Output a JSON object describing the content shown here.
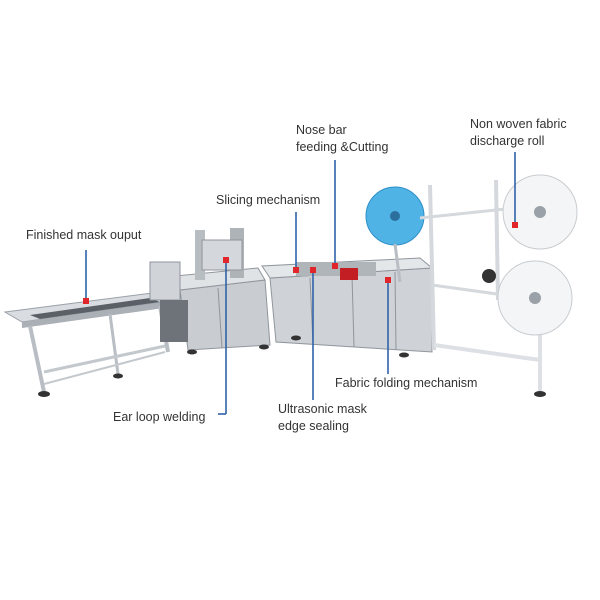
{
  "labels": {
    "finished_output": "Finished mask ouput",
    "slicing": "Slicing mechanism",
    "nose_bar_line1": "Nose bar",
    "nose_bar_line2": "feeding &Cutting",
    "non_woven_line1": "Non woven fabric",
    "non_woven_line2": "discharge roll",
    "fabric_folding": "Fabric folding mechanism",
    "ear_loop": "Ear loop welding",
    "ultrasonic_line1": "Ultrasonic mask",
    "ultrasonic_line2": "edge sealing"
  },
  "colors": {
    "leader_line": "#2f63a8",
    "marker": "#e0262a",
    "fabric_roll_blue": "#4fb3e6",
    "machine_steel": "#c9ccd0",
    "frame_light": "#dde0e4",
    "fabric_roll_white": "#f4f5f6"
  }
}
